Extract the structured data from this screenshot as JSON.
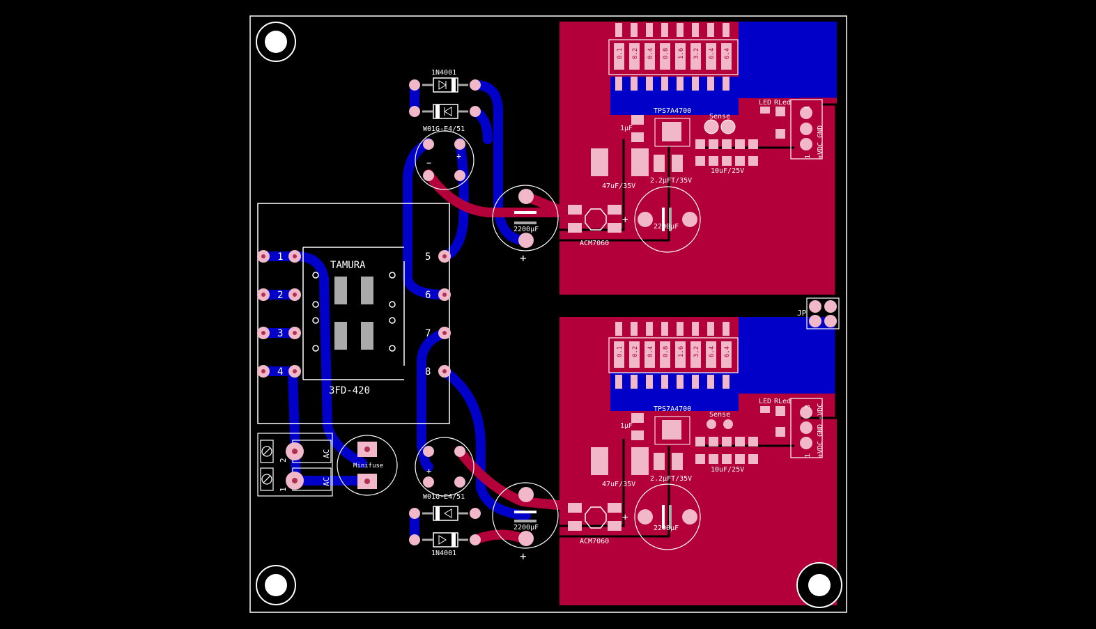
{
  "colors": {
    "background": "#000000",
    "board_outline": "#ffffff",
    "top_copper": "#b3003a",
    "bottom_copper": "#0000c8",
    "pad": "#f0b8c8",
    "silkscreen": "#ffffff",
    "smd_pad": "#e8b0c4"
  },
  "labels": {
    "transformer_brand": "TAMURA",
    "transformer_part": "3FD-420",
    "transformer_pins": [
      "1",
      "2",
      "3",
      "4",
      "5",
      "6",
      "7",
      "8"
    ],
    "terminal_pins": [
      "2",
      "1"
    ],
    "terminal_ac": "AC",
    "fuse": "Minifuse",
    "diode": "1N4001",
    "bridge": "W01G-E4/51",
    "cap_big": "2200µF",
    "cap_minus": "−",
    "cap_plus": "+",
    "choke": "ACM7060",
    "regulator": "TPS7A4700",
    "cap_1u": "1µF",
    "cap_47u": "47uF/35V",
    "cap_22u": "2.2µFT/35V",
    "cap_10u": "10uF/25V",
    "sense": "Sense",
    "led": "LED",
    "rled": "RLed",
    "jumper": "JP",
    "connector_top": "+VDC GND",
    "connector_bottom": "+VDC GND -VDC",
    "connector_pin3": "3",
    "connector_pin1": "1",
    "bridge_plus": "+",
    "bridge_minus": "−",
    "dip_values": [
      "0.1",
      "0.2",
      "0.4",
      "0.8",
      "1.6",
      "3.2",
      "6.4",
      "6.4"
    ]
  }
}
